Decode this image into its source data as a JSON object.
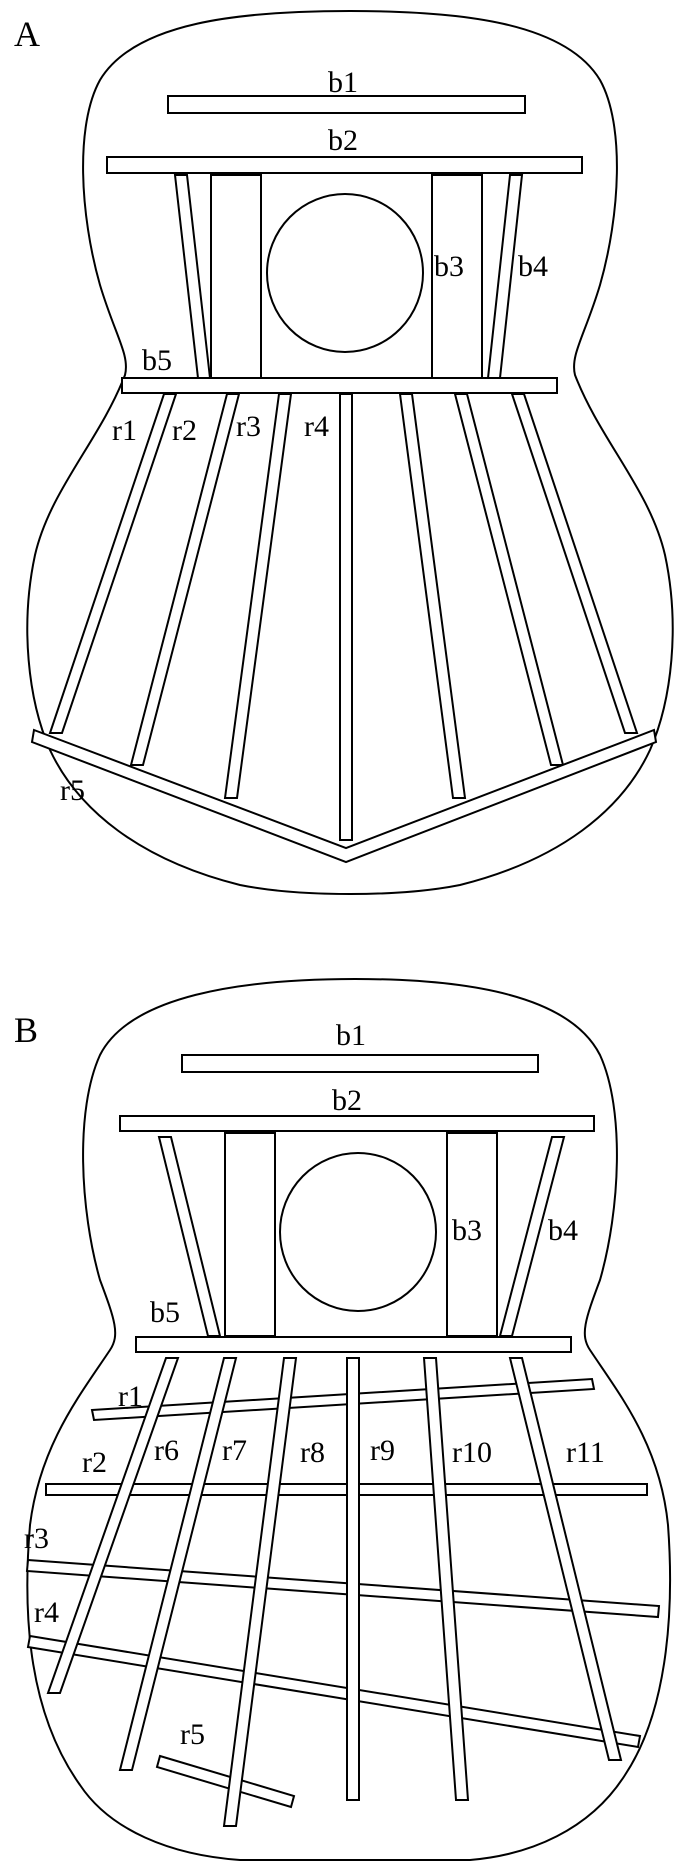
{
  "figure": {
    "panels": [
      {
        "id": "A",
        "label": "A",
        "upper_braces": [
          {
            "id": "b1",
            "label": "b1"
          },
          {
            "id": "b2",
            "label": "b2"
          },
          {
            "id": "b3",
            "label": "b3"
          },
          {
            "id": "b4",
            "label": "b4"
          },
          {
            "id": "b5",
            "label": "b5"
          }
        ],
        "lower_bracing": [
          {
            "id": "r1",
            "label": "r1"
          },
          {
            "id": "r2",
            "label": "r2"
          },
          {
            "id": "r3",
            "label": "r3"
          },
          {
            "id": "r4",
            "label": "r4"
          },
          {
            "id": "r5",
            "label": "r5"
          }
        ]
      },
      {
        "id": "B",
        "label": "B",
        "upper_braces": [
          {
            "id": "b1",
            "label": "b1"
          },
          {
            "id": "b2",
            "label": "b2"
          },
          {
            "id": "b3",
            "label": "b3"
          },
          {
            "id": "b4",
            "label": "b4"
          },
          {
            "id": "b5",
            "label": "b5"
          }
        ],
        "lower_bracing": [
          {
            "id": "r1",
            "label": "r1"
          },
          {
            "id": "r2",
            "label": "r2"
          },
          {
            "id": "r3",
            "label": "r3"
          },
          {
            "id": "r4",
            "label": "r4"
          },
          {
            "id": "r5",
            "label": "r5"
          },
          {
            "id": "r6",
            "label": "r6"
          },
          {
            "id": "r7",
            "label": "r7"
          },
          {
            "id": "r8",
            "label": "r8"
          },
          {
            "id": "r9",
            "label": "r9"
          },
          {
            "id": "r10",
            "label": "r10"
          },
          {
            "id": "r11",
            "label": "r11"
          }
        ]
      }
    ]
  }
}
